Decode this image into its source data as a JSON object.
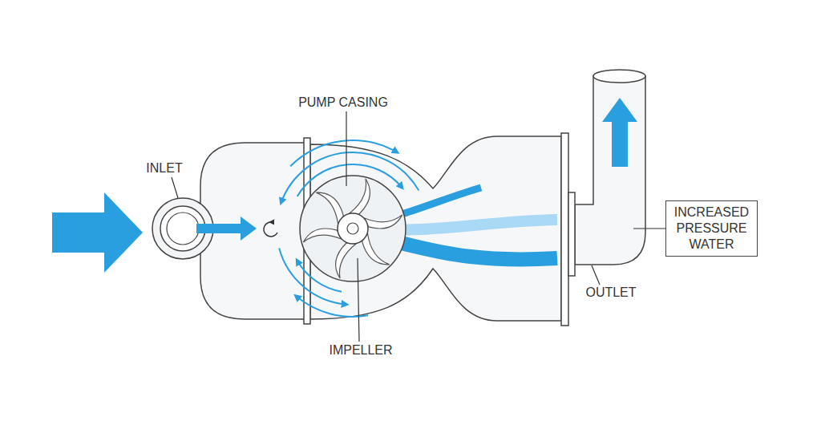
{
  "diagram": {
    "nodes": [
      {
        "text": [
          "INCREASED PRESSURE WATER"
        ]
      }
    ],
    "labels": [
      "INLET",
      "PUMP CASING",
      "IMPELLER",
      "OUTLET"
    ]
  }
}
